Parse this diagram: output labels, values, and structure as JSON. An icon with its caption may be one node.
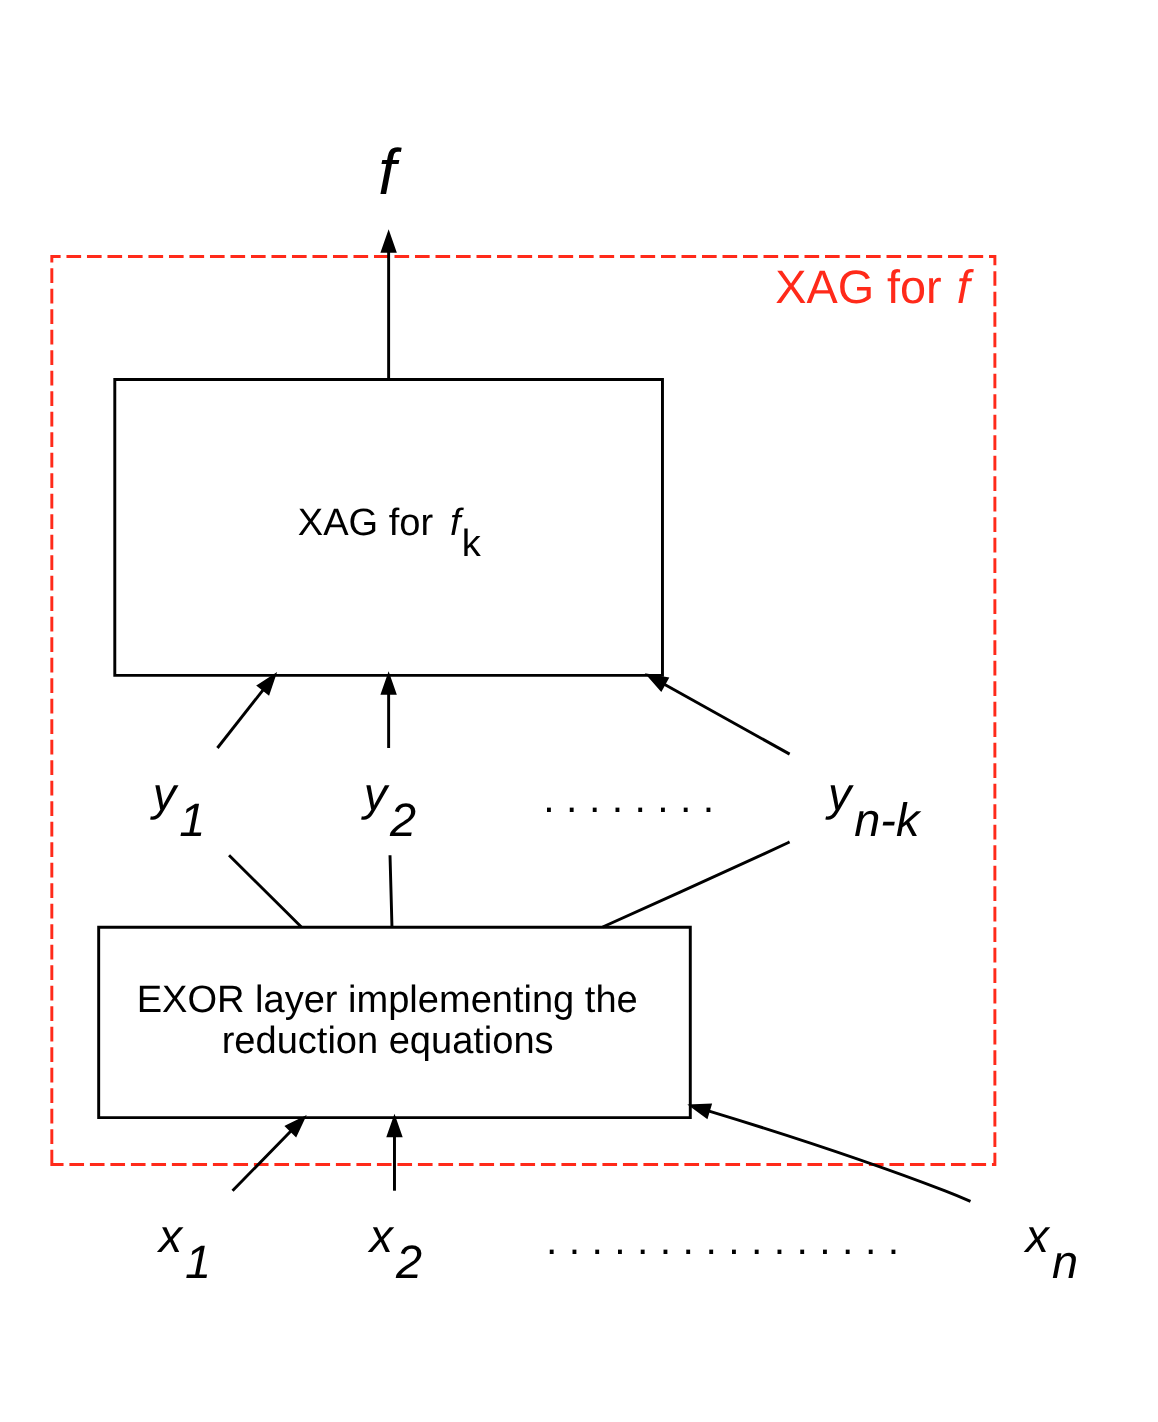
{
  "diagram": {
    "nodes": [
      {
        "text": [
          "XAG for *f*"
        ]
      },
      {
        "text": [
          "XAG for *f*$_{k}$"
        ],
        "in": 0
      },
      {
        "text": [
          "EXOR layer implementing the reduction equations"
        ],
        "in": 0
      },
      {
        "text": [
          "y$_{1}$"
        ],
        "in": 0
      },
      {
        "text": [
          "y$_{2}$"
        ],
        "in": 0
      },
      {
        "text": [
          "y$_{n-k}$"
        ],
        "in": 0
      },
      {
        "text": [
          "x$_{1}$"
        ]
      },
      {
        "text": [
          "x$_{2}$"
        ]
      },
      {
        "text": [
          "x$_{n}$"
        ]
      },
      {
        "text": [
          "f"
        ]
      }
    ],
    "edges": [
      {
        "from": 6,
        "to": 2,
        "arrow": "to"
      },
      {
        "from": 7,
        "to": 2,
        "arrow": "to"
      },
      {
        "from": 8,
        "to": 2,
        "arrow": "to"
      },
      {
        "from": 2,
        "to": 3,
        "arrow": "none"
      },
      {
        "from": 2,
        "to": 4,
        "arrow": "none"
      },
      {
        "from": 2,
        "to": 5,
        "arrow": "none"
      },
      {
        "from": 3,
        "to": 1,
        "arrow": "to"
      },
      {
        "from": 4,
        "to": 1,
        "arrow": "to"
      },
      {
        "from": 5,
        "to": 1,
        "arrow": "to"
      },
      {
        "from": 1,
        "to": 9,
        "arrow": "to"
      }
    ],
    "labels": [
      ". . . . . . . .",
      ". . . . . . . . . . . . . . . ."
    ]
  }
}
